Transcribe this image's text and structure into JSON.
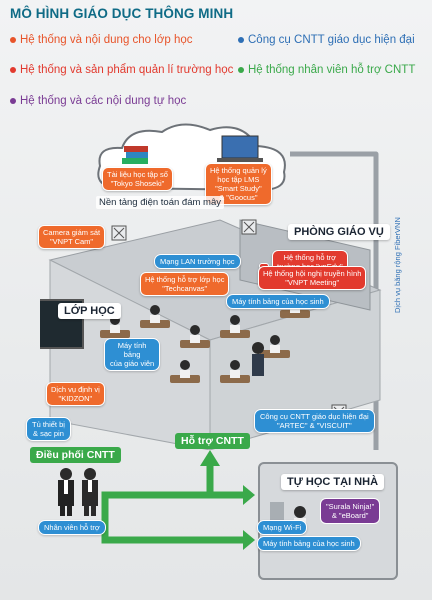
{
  "title": "MÔ HÌNH GIÁO DỤC THÔNG MINH",
  "legend": [
    {
      "label": "Hệ thống và nội dung cho lớp học",
      "color": "#e8542a"
    },
    {
      "label": "Hệ thống và sản phẩm quản lí trường học",
      "color": "#e23a2e"
    },
    {
      "label": "Hệ thống và các nội dung tự học",
      "color": "#7a3b94"
    },
    {
      "label": "Công cụ CNTT giáo dục hiện đại",
      "color": "#2e6fb5"
    },
    {
      "label": "Hệ thống nhân viên hỗ trợ CNTT",
      "color": "#3aa94a"
    }
  ],
  "cloud": {
    "caption": "Nền tảng điện toán đám mây",
    "textbook": "Tài liệu học tập số\n\"Tokyo Shoseki\"",
    "lms": "Hệ thống quản lý\nhọc tập LMS\n\"Smart Study\"\n& \"Goocus\""
  },
  "school": {
    "office_label": "PHÒNG GIÁO VỤ",
    "classroom_label": "LỚP HỌC",
    "camera": "Camera giám sát\n\"VNPT Cam\"",
    "lan": "Mạng LAN trường học",
    "class_support": "Hệ thống hỗ trợ lớp học\n\"Techcanvas\"",
    "school_support": "Hệ thống hỗ trợ\ntrường học \"vnEdu\"",
    "conference": "Hệ thống hội nghị truyền hình\n\"VNPT Meeting\"",
    "student_tablet": "Máy tính bảng của học sinh",
    "teacher_tablet": "Máy tính\nbảng\ncủa giáo viên",
    "location": "Dịch vụ định vị\n\"KIDZON\"",
    "charger": "Tủ thiết bị\n& sạc pin",
    "modern_tools": "Công cụ CNTT giáo dục hiện đại\n\"ARTEC\" & \"VISCUIT\"",
    "fiber": "Dịch vụ băng rộng FiberVNN"
  },
  "support": {
    "it_support": "Hỗ trợ CNTT",
    "it_coordination": "Điều phối CNTT",
    "staff": "Nhân viên hỗ trợ"
  },
  "home": {
    "label": "TỰ HỌC TẠI NHÀ",
    "self_study": "\"Surala Ninja!\"\n& \"eBoard\"",
    "wifi": "Mạng Wi-Fi",
    "home_tablet": "Máy tính bảng của học sinh"
  }
}
